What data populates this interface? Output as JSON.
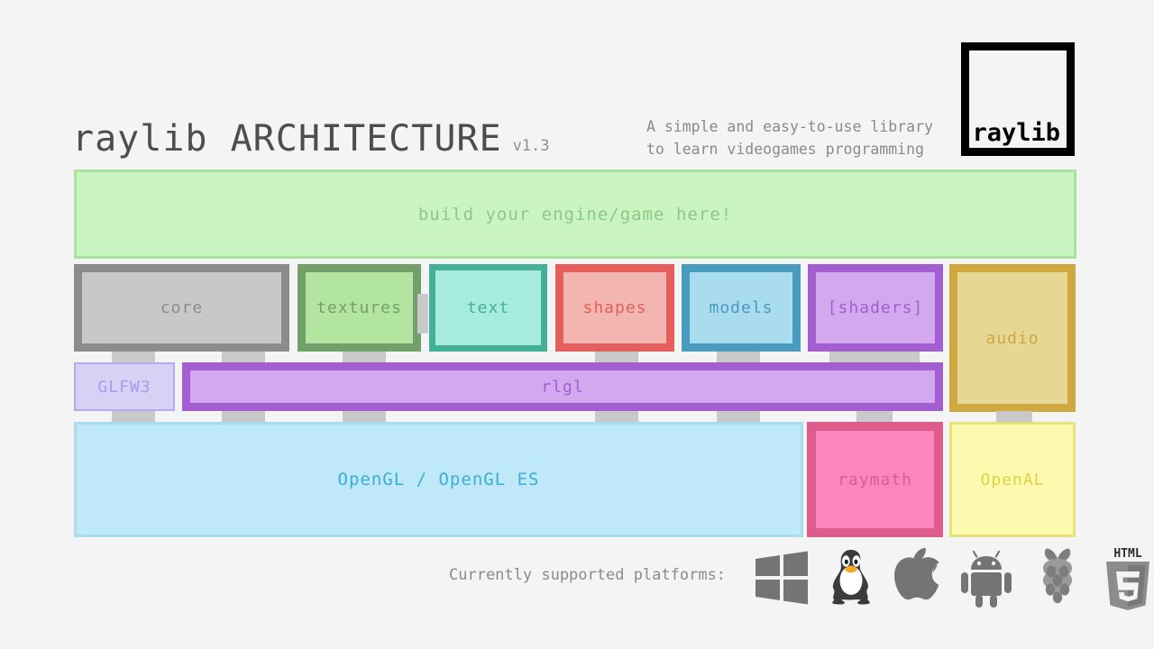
{
  "header": {
    "title": "raylib ARCHITECTURE",
    "version": "v1.3",
    "tagline_line1": "A simple and easy-to-use library",
    "tagline_line2": "to learn videogames programming",
    "logo_text": "raylib"
  },
  "diagram": {
    "user_layer": {
      "label": "build your engine/game here!"
    },
    "modules": [
      {
        "label": "core",
        "border": "#8c8c8c",
        "fill": "#c8c8c8",
        "text": "#8c8c8c"
      },
      {
        "label": "textures",
        "border": "#73a06a",
        "fill": "#b2e6a0",
        "text": "#73a06a"
      },
      {
        "label": "text",
        "border": "#45b09a",
        "fill": "#a5ecdc",
        "text": "#45b09a"
      },
      {
        "label": "shapes",
        "border": "#e45f5b",
        "fill": "#f2b5b0",
        "text": "#e45f5b"
      },
      {
        "label": "models",
        "border": "#4a9bc0",
        "fill": "#a9dcee",
        "text": "#4a9bc0"
      },
      {
        "label": "[shaders]",
        "border": "#a койка",
        "fill": "#d4a8ee",
        "text": "#a35ed1"
      },
      {
        "label": "audio",
        "border": "#cfa93f",
        "fill": "#e7d795",
        "text": "#cfa93f"
      }
    ],
    "glfw": {
      "label": "GLFW3",
      "border": "#b3aaf0",
      "fill": "#d5d2f5",
      "text": "#a79ced"
    },
    "rlgl": {
      "label": "rlgl",
      "border": "#a35ed1",
      "fill": "#d4a8ee",
      "text": "#a35ed1"
    },
    "opengl": {
      "label": "OpenGL / OpenGL ES",
      "border": "#a9dcee",
      "fill": "#bfe8f8",
      "text": "#3aaed4"
    },
    "raymath": {
      "label": "raymath",
      "border": "#dd5c8c",
      "fill": "#fb85bd",
      "text": "#dd5c8c"
    },
    "openal": {
      "label": "OpenAL",
      "border": "#e8e07a",
      "fill": "#fcfaae",
      "text": "#ddd248"
    }
  },
  "footer": {
    "platforms_label": "Currently supported platforms:",
    "platforms": [
      {
        "name": "windows-icon"
      },
      {
        "name": "linux-icon"
      },
      {
        "name": "apple-icon"
      },
      {
        "name": "android-icon"
      },
      {
        "name": "raspberry-pi-icon"
      },
      {
        "name": "html5-icon"
      }
    ]
  }
}
